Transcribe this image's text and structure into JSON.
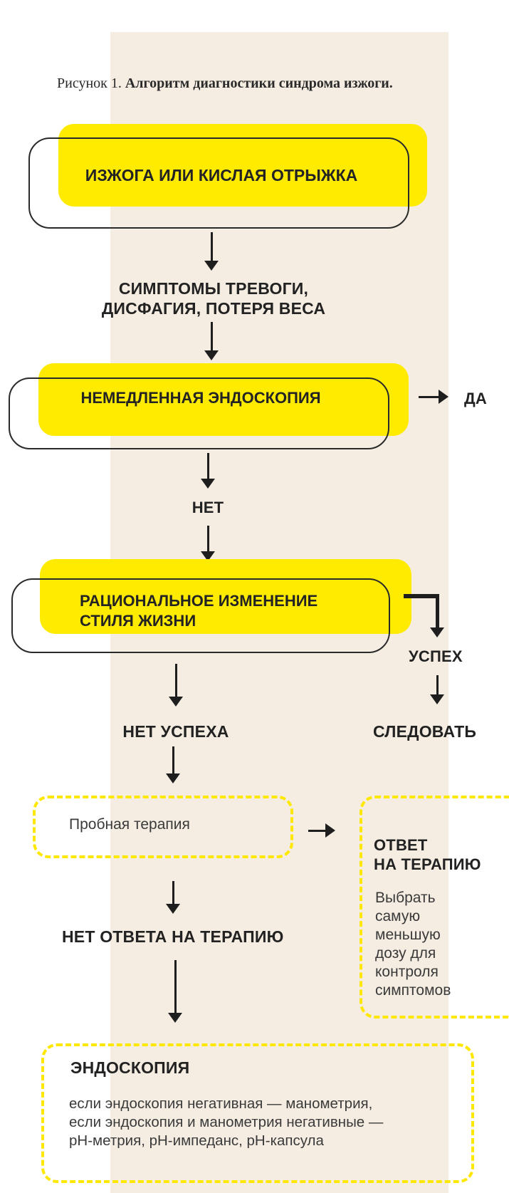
{
  "figure": {
    "number": "Рисунок 1.",
    "title": "Алгоритм диагностики синдрома изжоги."
  },
  "nodes": {
    "heartburn": "ИЗЖОГА ИЛИ КИСЛАЯ ОТРЫЖКА",
    "alarm_line1": "СИМПТОМЫ ТРЕВОГИ,",
    "alarm_line2": "ДИСФАГИЯ, ПОТЕРЯ ВЕСА",
    "immediate_endoscopy": "НЕМЕДЛЕННАЯ ЭНДОСКОПИЯ",
    "yes": "ДА",
    "no": "НЕТ",
    "lifestyle_line1": "РАЦИОНАЛЬНОЕ ИЗМЕНЕНИЕ",
    "lifestyle_line2": "СТИЛЯ ЖИЗНИ",
    "success": "УСПЕХ",
    "follow": "СЛЕДОВАТЬ",
    "no_success": "НЕТ УСПЕХА",
    "trial_therapy": "Пробная терапия",
    "response_line1": "ОТВЕТ",
    "response_line2": "НА ТЕРАПИЮ",
    "response_desc": [
      "Выбрать",
      "самую",
      "меньшую",
      "дозу для",
      "контроля",
      "симптомов"
    ],
    "no_response": "НЕТ ОТВЕТА НА ТЕРАПИЮ",
    "endoscopy_title": "ЭНДОСКОПИЯ",
    "endoscopy_lines": [
      "если эндоскопия негативная — манометрия,",
      "если эндоскопия и манометрия негативные —",
      "pH-метрия, pH-импеданс, pH-капсула"
    ]
  },
  "colors": {
    "highlight": "#ffeb00",
    "background_band": "#f5ede2",
    "arrow": "#1e1e1e"
  }
}
